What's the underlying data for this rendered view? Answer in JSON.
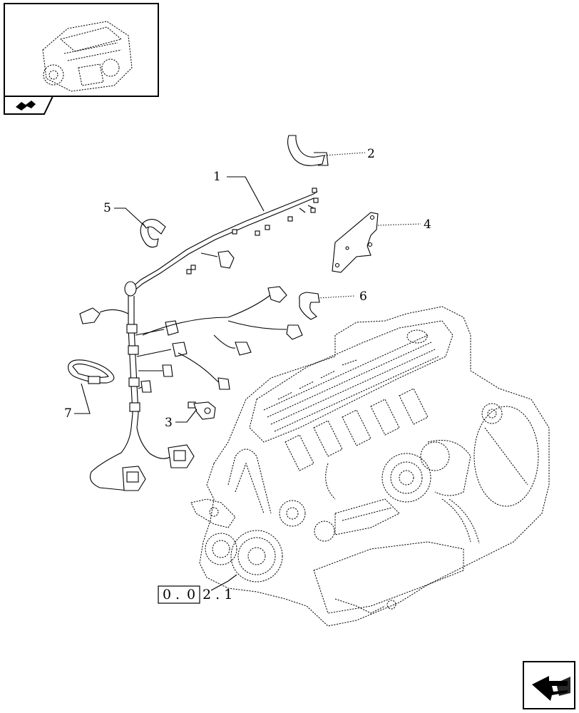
{
  "callouts": [
    {
      "id": "1",
      "label": "1"
    },
    {
      "id": "2",
      "label": "2"
    },
    {
      "id": "3",
      "label": "3"
    },
    {
      "id": "4",
      "label": "4"
    },
    {
      "id": "5",
      "label": "5"
    },
    {
      "id": "6",
      "label": "6"
    },
    {
      "id": "7",
      "label": "7"
    }
  ],
  "reference": {
    "boxed_1": "0",
    "dot_1": ".",
    "boxed_2": "0",
    "tail": "2 . 1"
  },
  "thumbnail": {
    "icon": "engine-thumbnail-icon"
  },
  "nav": {
    "prev_icon": "prev-arrow-icon",
    "next_icon": "next-arrow-icon"
  }
}
